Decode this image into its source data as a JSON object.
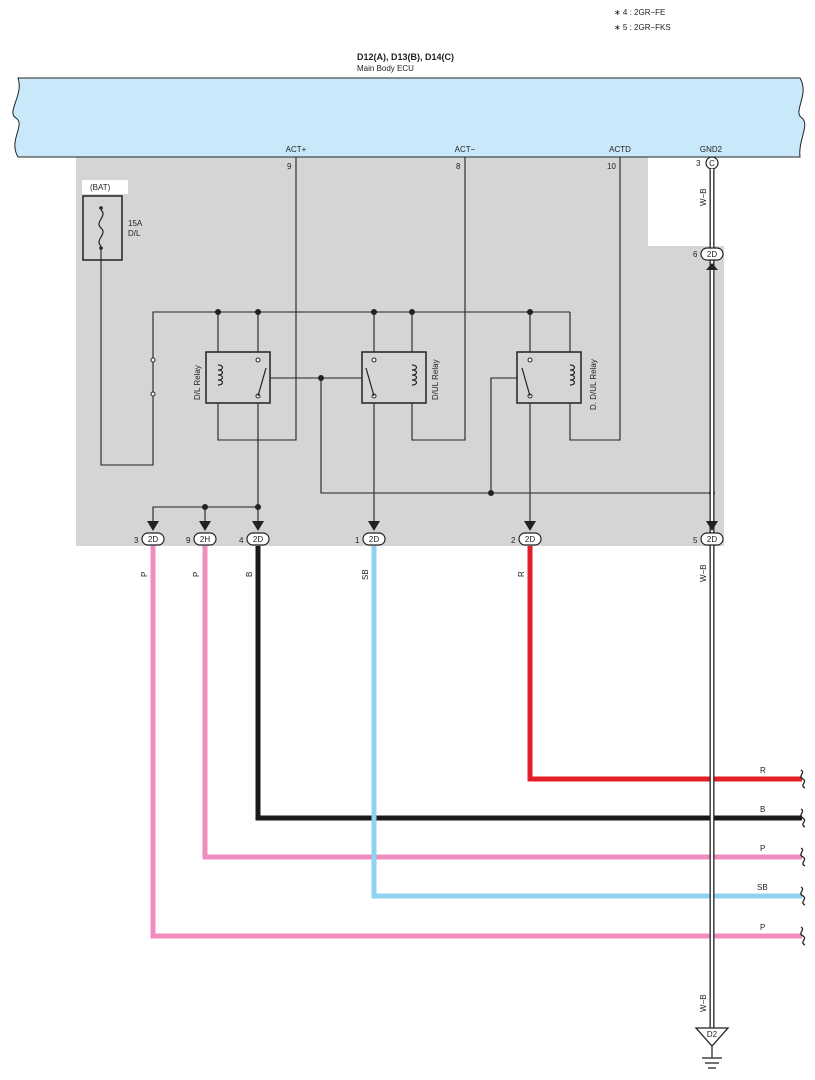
{
  "notes": [
    "∗ 4 : 2GR−FE",
    "∗ 5 : 2GR−FKS"
  ],
  "ecu": {
    "connectors": "D12(A), D13(B), D14(C)",
    "name": "Main Body ECU",
    "pins": [
      {
        "label": "ACT+",
        "number": "9"
      },
      {
        "label": "ACT−",
        "number": "8"
      },
      {
        "label": "ACTD",
        "number": "10"
      },
      {
        "label": "GND2",
        "number": "3",
        "connector": "C"
      }
    ]
  },
  "fuse": {
    "source": "(BAT)",
    "rating": "15A",
    "name": "D/L"
  },
  "relays": [
    "D/L Relay",
    "D/UL Relay",
    "D. D/UL Relay"
  ],
  "junction_6": {
    "pin": "6",
    "connector": "2D"
  },
  "wire_wb_top": "W−B",
  "junctions": [
    {
      "pin": "3",
      "connector": "2D",
      "wire": "P"
    },
    {
      "pin": "9",
      "connector": "2H",
      "wire": "P"
    },
    {
      "pin": "4",
      "connector": "2D",
      "wire": "B"
    },
    {
      "pin": "1",
      "connector": "2D",
      "wire": "SB"
    },
    {
      "pin": "2",
      "connector": "2D",
      "wire": "R"
    },
    {
      "pin": "5",
      "connector": "2D",
      "wire": "W−B"
    }
  ],
  "outputs": [
    "R",
    "B",
    "P",
    "SB",
    "P"
  ],
  "ground": {
    "wire": "W−B",
    "label": "D2"
  },
  "colors": {
    "ecu_fill": "#c9e9fb",
    "panel": "#d5d5d7",
    "P": "#f08cbe",
    "B": "#1a1a1a",
    "SB": "#8ed3f2",
    "R": "#e41e26",
    "WB": "#ffffff"
  }
}
